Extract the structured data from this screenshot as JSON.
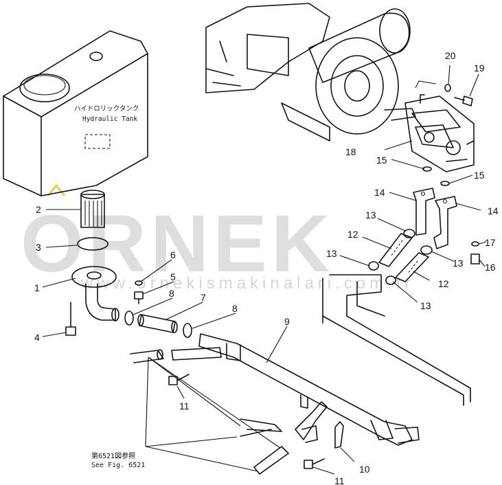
{
  "tank_label_jp": "ハイドロリックタンク",
  "tank_label_en": "Hydraulic Tank",
  "note_jp": "第6521図参照",
  "note_en": "See Fig. 6521",
  "watermark": "ORNEK",
  "watermark_sub": "www.ornekismakinalari.com.tr",
  "accent_color": "#f2c94c",
  "callouts": [
    {
      "id": "1",
      "text": "1"
    },
    {
      "id": "2",
      "text": "2"
    },
    {
      "id": "3",
      "text": "3"
    },
    {
      "id": "4",
      "text": "4"
    },
    {
      "id": "5",
      "text": "5"
    },
    {
      "id": "6",
      "text": "6"
    },
    {
      "id": "7",
      "text": "7"
    },
    {
      "id": "8a",
      "text": "8"
    },
    {
      "id": "8b",
      "text": "8"
    },
    {
      "id": "9",
      "text": "9"
    },
    {
      "id": "10",
      "text": "10"
    },
    {
      "id": "11a",
      "text": "11"
    },
    {
      "id": "11b",
      "text": "11"
    },
    {
      "id": "12a",
      "text": "12"
    },
    {
      "id": "12b",
      "text": "12"
    },
    {
      "id": "13a",
      "text": "13"
    },
    {
      "id": "13b",
      "text": "13"
    },
    {
      "id": "13c",
      "text": "13"
    },
    {
      "id": "13d",
      "text": "13"
    },
    {
      "id": "14a",
      "text": "14"
    },
    {
      "id": "14b",
      "text": "14"
    },
    {
      "id": "15a",
      "text": "15"
    },
    {
      "id": "15b",
      "text": "15"
    },
    {
      "id": "16",
      "text": "16"
    },
    {
      "id": "17",
      "text": "17"
    },
    {
      "id": "18",
      "text": "18"
    },
    {
      "id": "19",
      "text": "19"
    },
    {
      "id": "20",
      "text": "20"
    }
  ]
}
